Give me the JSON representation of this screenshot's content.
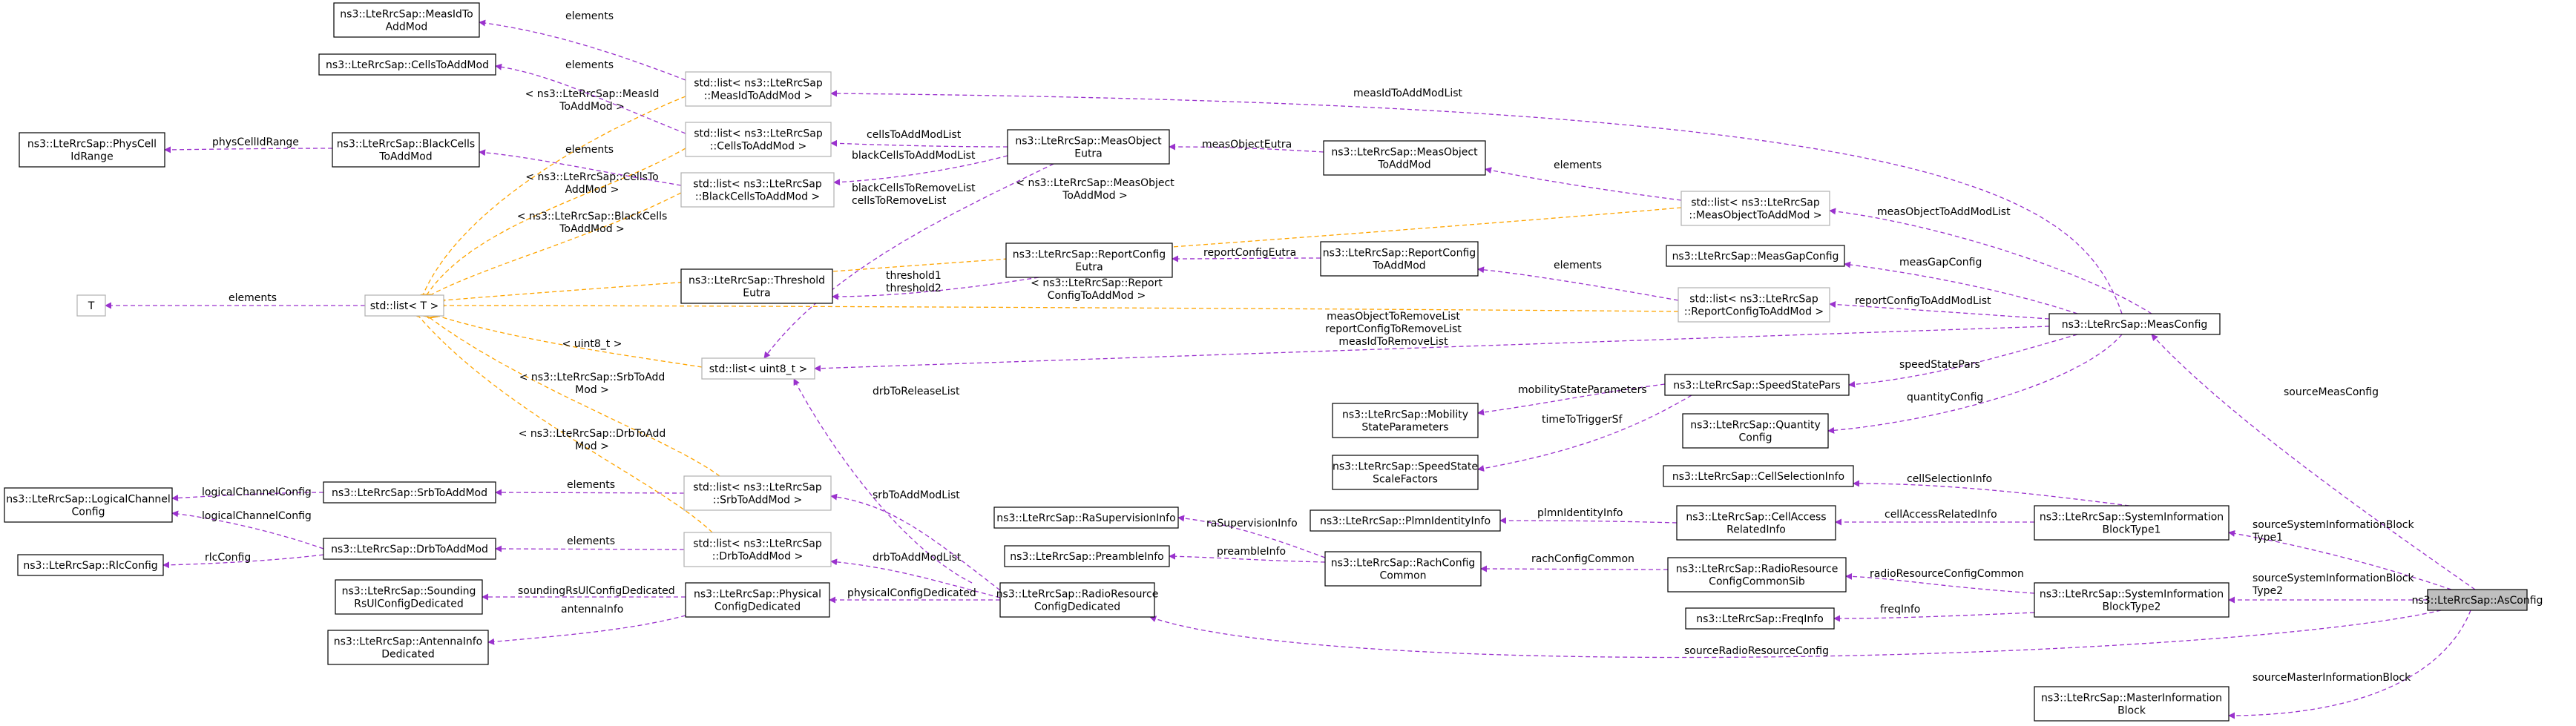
{
  "nodes": [
    {
      "id": "AsConfig",
      "lines": [
        "ns3::LteRrcSap::AsConfig"
      ],
      "focus": true
    },
    {
      "id": "MasterInformationBlock",
      "lines": [
        "ns3::LteRrcSap::MasterInformation",
        "Block"
      ]
    },
    {
      "id": "SIB2",
      "lines": [
        "ns3::LteRrcSap::SystemInformation",
        "BlockType2"
      ]
    },
    {
      "id": "SIB1",
      "lines": [
        "ns3::LteRrcSap::SystemInformation",
        "BlockType1"
      ]
    },
    {
      "id": "MeasConfig",
      "lines": [
        "ns3::LteRrcSap::MeasConfig"
      ]
    },
    {
      "id": "RadioResourceConfigDedicated",
      "lines": [
        "ns3::LteRrcSap::RadioResource",
        "ConfigDedicated"
      ]
    },
    {
      "id": "RachConfigCommon",
      "lines": [
        "ns3::LteRrcSap::RachConfig",
        "Common"
      ]
    },
    {
      "id": "RaSupervisionInfo",
      "lines": [
        "ns3::LteRrcSap::RaSupervisionInfo"
      ]
    },
    {
      "id": "PreambleInfo",
      "lines": [
        "ns3::LteRrcSap::PreambleInfo"
      ]
    },
    {
      "id": "FreqInfo",
      "lines": [
        "ns3::LteRrcSap::FreqInfo"
      ]
    },
    {
      "id": "RadioResourceConfigCommonSib",
      "lines": [
        "ns3::LteRrcSap::RadioResource",
        "ConfigCommonSib"
      ]
    },
    {
      "id": "CellAccessRelatedInfo",
      "lines": [
        "ns3::LteRrcSap::CellAccess",
        "RelatedInfo"
      ]
    },
    {
      "id": "PlmnIdentityInfo",
      "lines": [
        "ns3::LteRrcSap::PlmnIdentityInfo"
      ]
    },
    {
      "id": "CellSelectionInfo",
      "lines": [
        "ns3::LteRrcSap::CellSelectionInfo"
      ]
    },
    {
      "id": "QuantityConfig",
      "lines": [
        "ns3::LteRrcSap::Quantity",
        "Config"
      ]
    },
    {
      "id": "SpeedStatePars",
      "lines": [
        "ns3::LteRrcSap::SpeedStatePars"
      ]
    },
    {
      "id": "MobilityStateParameters",
      "lines": [
        "ns3::LteRrcSap::Mobility",
        "StateParameters"
      ]
    },
    {
      "id": "SpeedStateScaleFactors",
      "lines": [
        "ns3::LteRrcSap::SpeedState",
        "ScaleFactors"
      ]
    },
    {
      "id": "MeasGapConfig",
      "lines": [
        "ns3::LteRrcSap::MeasGapConfig"
      ]
    },
    {
      "id": "ListReportConfigToAddMod",
      "lines": [
        "std::list< ns3::LteRrcSap",
        "::ReportConfigToAddMod >"
      ],
      "tmpl": true
    },
    {
      "id": "ReportConfigToAddMod",
      "lines": [
        "ns3::LteRrcSap::ReportConfig",
        "ToAddMod"
      ]
    },
    {
      "id": "ReportConfigEutra",
      "lines": [
        "ns3::LteRrcSap::ReportConfig",
        "Eutra"
      ]
    },
    {
      "id": "ThresholdEutra",
      "lines": [
        "ns3::LteRrcSap::Threshold",
        "Eutra"
      ]
    },
    {
      "id": "ListMeasObjectToAddMod",
      "lines": [
        "std::list< ns3::LteRrcSap",
        "::MeasObjectToAddMod >"
      ],
      "tmpl": true
    },
    {
      "id": "MeasObjectToAddMod",
      "lines": [
        "ns3::LteRrcSap::MeasObject",
        "ToAddMod"
      ]
    },
    {
      "id": "MeasObjectEutra",
      "lines": [
        "ns3::LteRrcSap::MeasObject",
        "Eutra"
      ]
    },
    {
      "id": "ListMeasIdToAddMod",
      "lines": [
        "std::list< ns3::LteRrcSap",
        "::MeasIdToAddMod >"
      ],
      "tmpl": true
    },
    {
      "id": "MeasIdToAddMod",
      "lines": [
        "ns3::LteRrcSap::MeasIdTo",
        "AddMod"
      ]
    },
    {
      "id": "ListCellsToAddMod",
      "lines": [
        "std::list< ns3::LteRrcSap",
        "::CellsToAddMod >"
      ],
      "tmpl": true
    },
    {
      "id": "CellsToAddMod",
      "lines": [
        "ns3::LteRrcSap::CellsToAddMod"
      ]
    },
    {
      "id": "ListBlackCellsToAddMod",
      "lines": [
        "std::list< ns3::LteRrcSap",
        "::BlackCellsToAddMod >"
      ],
      "tmpl": true
    },
    {
      "id": "BlackCellsToAddMod",
      "lines": [
        "ns3::LteRrcSap::BlackCells",
        "ToAddMod"
      ]
    },
    {
      "id": "PhysCellIdRange",
      "lines": [
        "ns3::LteRrcSap::PhysCell",
        "IdRange"
      ]
    },
    {
      "id": "ListUint8",
      "lines": [
        "std::list< uint8_t >"
      ],
      "tmpl": true
    },
    {
      "id": "ListT",
      "lines": [
        "std::list< T >"
      ],
      "tmpl": true
    },
    {
      "id": "T",
      "lines": [
        "T"
      ],
      "tmpl": true
    },
    {
      "id": "ListSrbToAddMod",
      "lines": [
        "std::list< ns3::LteRrcSap",
        "::SrbToAddMod >"
      ],
      "tmpl": true
    },
    {
      "id": "SrbToAddMod",
      "lines": [
        "ns3::LteRrcSap::SrbToAddMod"
      ]
    },
    {
      "id": "ListDrbToAddMod",
      "lines": [
        "std::list< ns3::LteRrcSap",
        "::DrbToAddMod >"
      ],
      "tmpl": true
    },
    {
      "id": "DrbToAddMod",
      "lines": [
        "ns3::LteRrcSap::DrbToAddMod"
      ]
    },
    {
      "id": "LogicalChannelConfig",
      "lines": [
        "ns3::LteRrcSap::LogicalChannel",
        "Config"
      ]
    },
    {
      "id": "RlcConfig",
      "lines": [
        "ns3::LteRrcSap::RlcConfig"
      ]
    },
    {
      "id": "PhysicalConfigDedicated",
      "lines": [
        "ns3::LteRrcSap::Physical",
        "ConfigDedicated"
      ]
    },
    {
      "id": "SoundingRsUlConfigDedicated",
      "lines": [
        "ns3::LteRrcSap::Sounding",
        "RsUlConfigDedicated"
      ]
    },
    {
      "id": "AntennaInfoDedicated",
      "lines": [
        "ns3::LteRrcSap::AntennaInfo",
        "Dedicated"
      ]
    }
  ],
  "edges": [
    {
      "id": "e1",
      "from": "AsConfig",
      "to": "MeasConfig",
      "label": [
        "sourceMeasConfig"
      ]
    },
    {
      "id": "e2",
      "from": "AsConfig",
      "to": "SIB1",
      "label": [
        "sourceSystemInformationBlock",
        "Type1"
      ]
    },
    {
      "id": "e3",
      "from": "AsConfig",
      "to": "SIB2",
      "label": [
        "sourceSystemInformationBlock",
        "Type2"
      ]
    },
    {
      "id": "e4",
      "from": "AsConfig",
      "to": "RadioResourceConfigDedicated",
      "label": [
        "sourceRadioResourceConfig"
      ]
    },
    {
      "id": "e5",
      "from": "AsConfig",
      "to": "MasterInformationBlock",
      "label": [
        "sourceMasterInformationBlock"
      ]
    },
    {
      "id": "e6",
      "from": "MeasConfig",
      "to": "ListMeasIdToAddMod",
      "label": [
        "measIdToAddModList"
      ]
    },
    {
      "id": "e7",
      "from": "MeasConfig",
      "to": "ListMeasObjectToAddMod",
      "label": [
        "measObjectToAddModList"
      ]
    },
    {
      "id": "e8",
      "from": "MeasConfig",
      "to": "MeasGapConfig",
      "label": [
        "measGapConfig"
      ]
    },
    {
      "id": "e9",
      "from": "MeasConfig",
      "to": "ListReportConfigToAddMod",
      "label": [
        "reportConfigToAddModList"
      ]
    },
    {
      "id": "e10",
      "from": "MeasConfig",
      "to": "ListUint8",
      "label": [
        "measObjectToRemoveList",
        "reportConfigToRemoveList",
        "measIdToRemoveList"
      ]
    },
    {
      "id": "e11",
      "from": "MeasConfig",
      "to": "SpeedStatePars",
      "label": [
        "speedStatePars"
      ]
    },
    {
      "id": "e12",
      "from": "MeasConfig",
      "to": "QuantityConfig",
      "label": [
        "quantityConfig"
      ]
    },
    {
      "id": "e13",
      "from": "SIB1",
      "to": "CellSelectionInfo",
      "label": [
        "cellSelectionInfo"
      ]
    },
    {
      "id": "e14",
      "from": "SIB1",
      "to": "CellAccessRelatedInfo",
      "label": [
        "cellAccessRelatedInfo"
      ]
    },
    {
      "id": "e15",
      "from": "SIB2",
      "to": "RadioResourceConfigCommonSib",
      "label": [
        "radioResourceConfigCommon"
      ]
    },
    {
      "id": "e16",
      "from": "SIB2",
      "to": "FreqInfo",
      "label": [
        "freqInfo"
      ]
    },
    {
      "id": "e17",
      "from": "CellAccessRelatedInfo",
      "to": "PlmnIdentityInfo",
      "label": [
        "plmnIdentityInfo"
      ]
    },
    {
      "id": "e18",
      "from": "RadioResourceConfigCommonSib",
      "to": "RachConfigCommon",
      "label": [
        "rachConfigCommon"
      ]
    },
    {
      "id": "e19",
      "from": "RachConfigCommon",
      "to": "RaSupervisionInfo",
      "label": [
        "raSupervisionInfo"
      ]
    },
    {
      "id": "e20",
      "from": "RachConfigCommon",
      "to": "PreambleInfo",
      "label": [
        "preambleInfo"
      ]
    },
    {
      "id": "e21",
      "from": "SpeedStatePars",
      "to": "MobilityStateParameters",
      "label": [
        "mobilityStateParameters"
      ]
    },
    {
      "id": "e22",
      "from": "SpeedStatePars",
      "to": "SpeedStateScaleFactors",
      "label": [
        "timeToTriggerSf"
      ]
    },
    {
      "id": "e23",
      "from": "ListReportConfigToAddMod",
      "to": "ReportConfigToAddMod",
      "label": [
        "elements"
      ]
    },
    {
      "id": "e24",
      "from": "ReportConfigToAddMod",
      "to": "ReportConfigEutra",
      "label": [
        "reportConfigEutra"
      ]
    },
    {
      "id": "e25",
      "from": "ReportConfigEutra",
      "to": "ThresholdEutra",
      "label": [
        "threshold1",
        "threshold2"
      ]
    },
    {
      "id": "e26",
      "from": "ListMeasObjectToAddMod",
      "to": "MeasObjectToAddMod",
      "label": [
        "elements"
      ]
    },
    {
      "id": "e27",
      "from": "MeasObjectToAddMod",
      "to": "MeasObjectEutra",
      "label": [
        "measObjectEutra"
      ]
    },
    {
      "id": "e28",
      "from": "MeasObjectEutra",
      "to": "ListCellsToAddMod",
      "label": [
        "cellsToAddModList"
      ]
    },
    {
      "id": "e29",
      "from": "MeasObjectEutra",
      "to": "ListBlackCellsToAddMod",
      "label": [
        "blackCellsToAddModList"
      ]
    },
    {
      "id": "e30",
      "from": "MeasObjectEutra",
      "to": "ListUint8",
      "label": [
        "blackCellsToRemoveList",
        "cellsToRemoveList"
      ]
    },
    {
      "id": "e31",
      "from": "ListMeasIdToAddMod",
      "to": "MeasIdToAddMod",
      "label": [
        "elements"
      ]
    },
    {
      "id": "e32",
      "from": "ListCellsToAddMod",
      "to": "CellsToAddMod",
      "label": [
        "elements"
      ]
    },
    {
      "id": "e33",
      "from": "ListBlackCellsToAddMod",
      "to": "BlackCellsToAddMod",
      "label": [
        "elements"
      ]
    },
    {
      "id": "e34",
      "from": "BlackCellsToAddMod",
      "to": "PhysCellIdRange",
      "label": [
        "physCellIdRange"
      ]
    },
    {
      "id": "e35",
      "from": "ListT",
      "to": "T",
      "label": [
        "elements"
      ]
    },
    {
      "id": "e36",
      "from": "RadioResourceConfigDedicated",
      "to": "ListUint8",
      "label": [
        "drbToReleaseList"
      ]
    },
    {
      "id": "e37",
      "from": "RadioResourceConfigDedicated",
      "to": "ListSrbToAddMod",
      "label": [
        "srbToAddModList"
      ]
    },
    {
      "id": "e38",
      "from": "RadioResourceConfigDedicated",
      "to": "ListDrbToAddMod",
      "label": [
        "drbToAddModList"
      ]
    },
    {
      "id": "e39",
      "from": "RadioResourceConfigDedicated",
      "to": "PhysicalConfigDedicated",
      "label": [
        "physicalConfigDedicated"
      ]
    },
    {
      "id": "e40",
      "from": "ListSrbToAddMod",
      "to": "SrbToAddMod",
      "label": [
        "elements"
      ]
    },
    {
      "id": "e41",
      "from": "ListDrbToAddMod",
      "to": "DrbToAddMod",
      "label": [
        "elements"
      ]
    },
    {
      "id": "e42",
      "from": "SrbToAddMod",
      "to": "LogicalChannelConfig",
      "label": [
        "logicalChannelConfig"
      ]
    },
    {
      "id": "e43",
      "from": "DrbToAddMod",
      "to": "LogicalChannelConfig",
      "label": [
        "logicalChannelConfig"
      ]
    },
    {
      "id": "e44",
      "from": "DrbToAddMod",
      "to": "RlcConfig",
      "label": [
        "rlcConfig"
      ]
    },
    {
      "id": "e45",
      "from": "PhysicalConfigDedicated",
      "to": "SoundingRsUlConfigDedicated",
      "label": [
        "soundingRsUlConfigDedicated"
      ]
    },
    {
      "id": "e46",
      "from": "PhysicalConfigDedicated",
      "to": "AntennaInfoDedicated",
      "label": [
        "antennaInfo"
      ]
    }
  ],
  "template_edges": [
    {
      "id": "t1",
      "from": "ListMeasIdToAddMod",
      "to": "ListT",
      "label": [
        "< ns3::LteRrcSap::MeasId",
        "ToAddMod >"
      ]
    },
    {
      "id": "t2",
      "from": "ListCellsToAddMod",
      "to": "ListT",
      "label": [
        "< ns3::LteRrcSap::CellsTo",
        "AddMod >"
      ]
    },
    {
      "id": "t3",
      "from": "ListBlackCellsToAddMod",
      "to": "ListT",
      "label": [
        "< ns3::LteRrcSap::BlackCells",
        "ToAddMod >"
      ]
    },
    {
      "id": "t4",
      "from": "ListMeasObjectToAddMod",
      "to": "ListT",
      "label": [
        "< ns3::LteRrcSap::MeasObject",
        "ToAddMod >"
      ]
    },
    {
      "id": "t5",
      "from": "ListReportConfigToAddMod",
      "to": "ListT",
      "label": [
        "< ns3::LteRrcSap::Report",
        "ConfigToAddMod >"
      ]
    },
    {
      "id": "t6",
      "from": "ListUint8",
      "to": "ListT",
      "label": [
        "< uint8_t >"
      ]
    },
    {
      "id": "t7",
      "from": "ListSrbToAddMod",
      "to": "ListT",
      "label": [
        "< ns3::LteRrcSap::SrbToAdd",
        "Mod >"
      ]
    },
    {
      "id": "t8",
      "from": "ListDrbToAddMod",
      "to": "ListT",
      "label": [
        "< ns3::LteRrcSap::DrbToAdd",
        "Mod >"
      ]
    }
  ],
  "colors": {
    "reference_edge": "#9a32cd",
    "template_edge": "#ffa500",
    "focus_fill": "#bfbfbf",
    "template_border": "#b0b0b0"
  }
}
